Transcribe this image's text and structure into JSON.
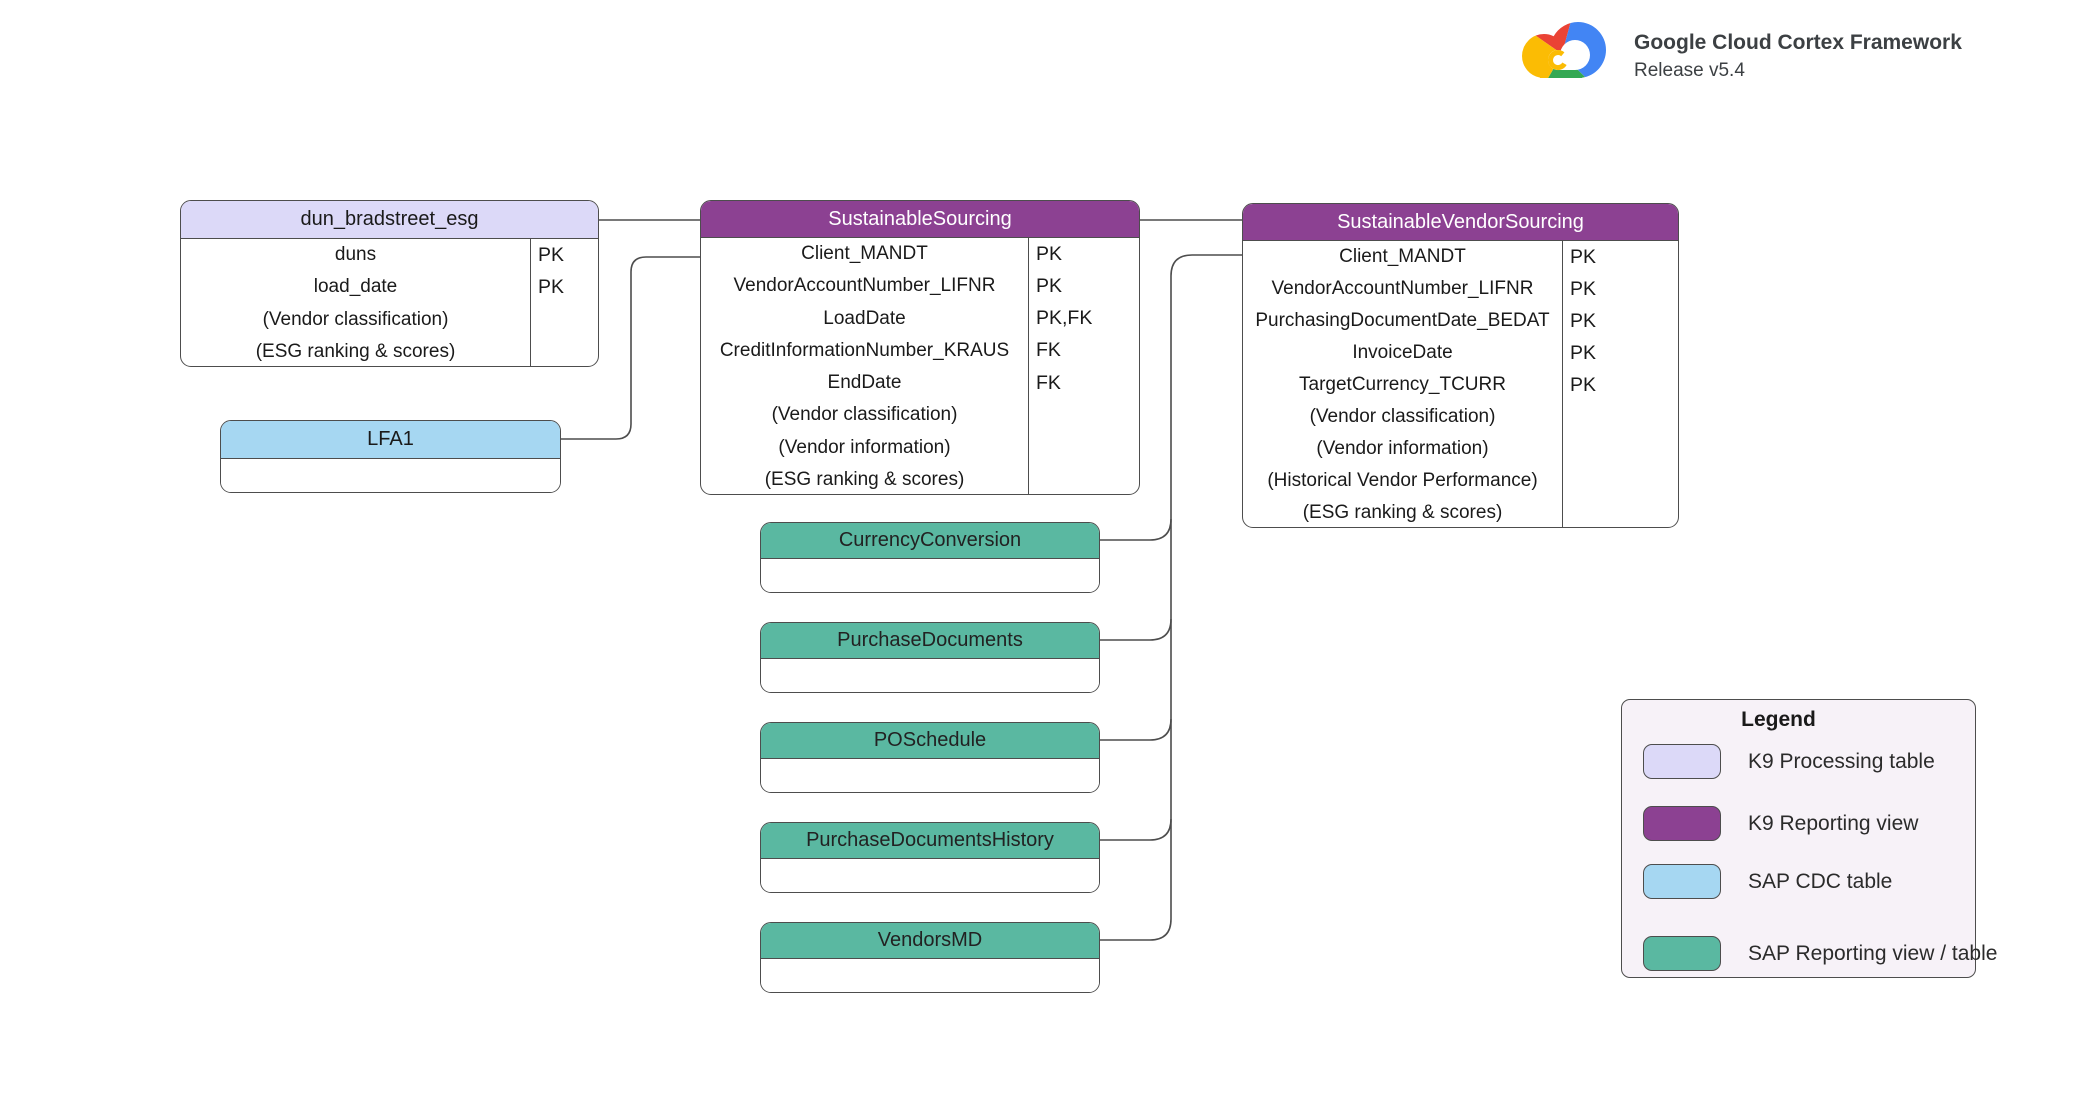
{
  "header": {
    "logo": "google-cloud-logo",
    "title": "Google Cloud Cortex Framework",
    "release": "Release v5.4"
  },
  "diagram": {
    "dun_bradstreet_esg": {
      "title": "dun_bradstreet_esg",
      "type": "K9 Processing table",
      "rows": [
        {
          "field": "duns",
          "key": "PK"
        },
        {
          "field": "load_date",
          "key": "PK"
        },
        {
          "field": "(Vendor classification)",
          "key": ""
        },
        {
          "field": "(ESG ranking & scores)",
          "key": ""
        }
      ]
    },
    "lfa1": {
      "title": "LFA1",
      "type": "SAP CDC table"
    },
    "sustainable_sourcing": {
      "title": "SustainableSourcing",
      "type": "K9 Reporting view",
      "rows": [
        {
          "field": "Client_MANDT",
          "key": "PK"
        },
        {
          "field": "VendorAccountNumber_LIFNR",
          "key": "PK"
        },
        {
          "field": "LoadDate",
          "key": "PK,FK"
        },
        {
          "field": "CreditInformationNumber_KRAUS",
          "key": "FK"
        },
        {
          "field": "EndDate",
          "key": "FK"
        },
        {
          "field": "(Vendor classification)",
          "key": ""
        },
        {
          "field": "(Vendor information)",
          "key": ""
        },
        {
          "field": "(ESG ranking & scores)",
          "key": ""
        }
      ]
    },
    "sustainable_vendor_sourcing": {
      "title": "SustainableVendorSourcing",
      "type": "K9 Reporting view",
      "rows": [
        {
          "field": "Client_MANDT",
          "key": "PK"
        },
        {
          "field": "VendorAccountNumber_LIFNR",
          "key": "PK"
        },
        {
          "field": "PurchasingDocumentDate_BEDAT",
          "key": "PK"
        },
        {
          "field": "InvoiceDate",
          "key": "PK"
        },
        {
          "field": "TargetCurrency_TCURR",
          "key": "PK"
        },
        {
          "field": "(Vendor classification)",
          "key": ""
        },
        {
          "field": "(Vendor information)",
          "key": ""
        },
        {
          "field": "(Historical Vendor Performance)",
          "key": ""
        },
        {
          "field": "(ESG ranking & scores)",
          "key": ""
        }
      ]
    },
    "sap_reporting_tables": [
      {
        "title": "CurrencyConversion"
      },
      {
        "title": "PurchaseDocuments"
      },
      {
        "title": "POSchedule"
      },
      {
        "title": "PurchaseDocumentsHistory"
      },
      {
        "title": "VendorsMD"
      }
    ]
  },
  "legend": {
    "title": "Legend",
    "items": [
      {
        "label": "K9 Processing table",
        "color": "#dcd9f8"
      },
      {
        "label": "K9 Reporting view",
        "color": "#8c4192"
      },
      {
        "label": "SAP CDC table",
        "color": "#a6d7f2"
      },
      {
        "label": "SAP Reporting view / table",
        "color": "#5ab8a1"
      }
    ]
  }
}
